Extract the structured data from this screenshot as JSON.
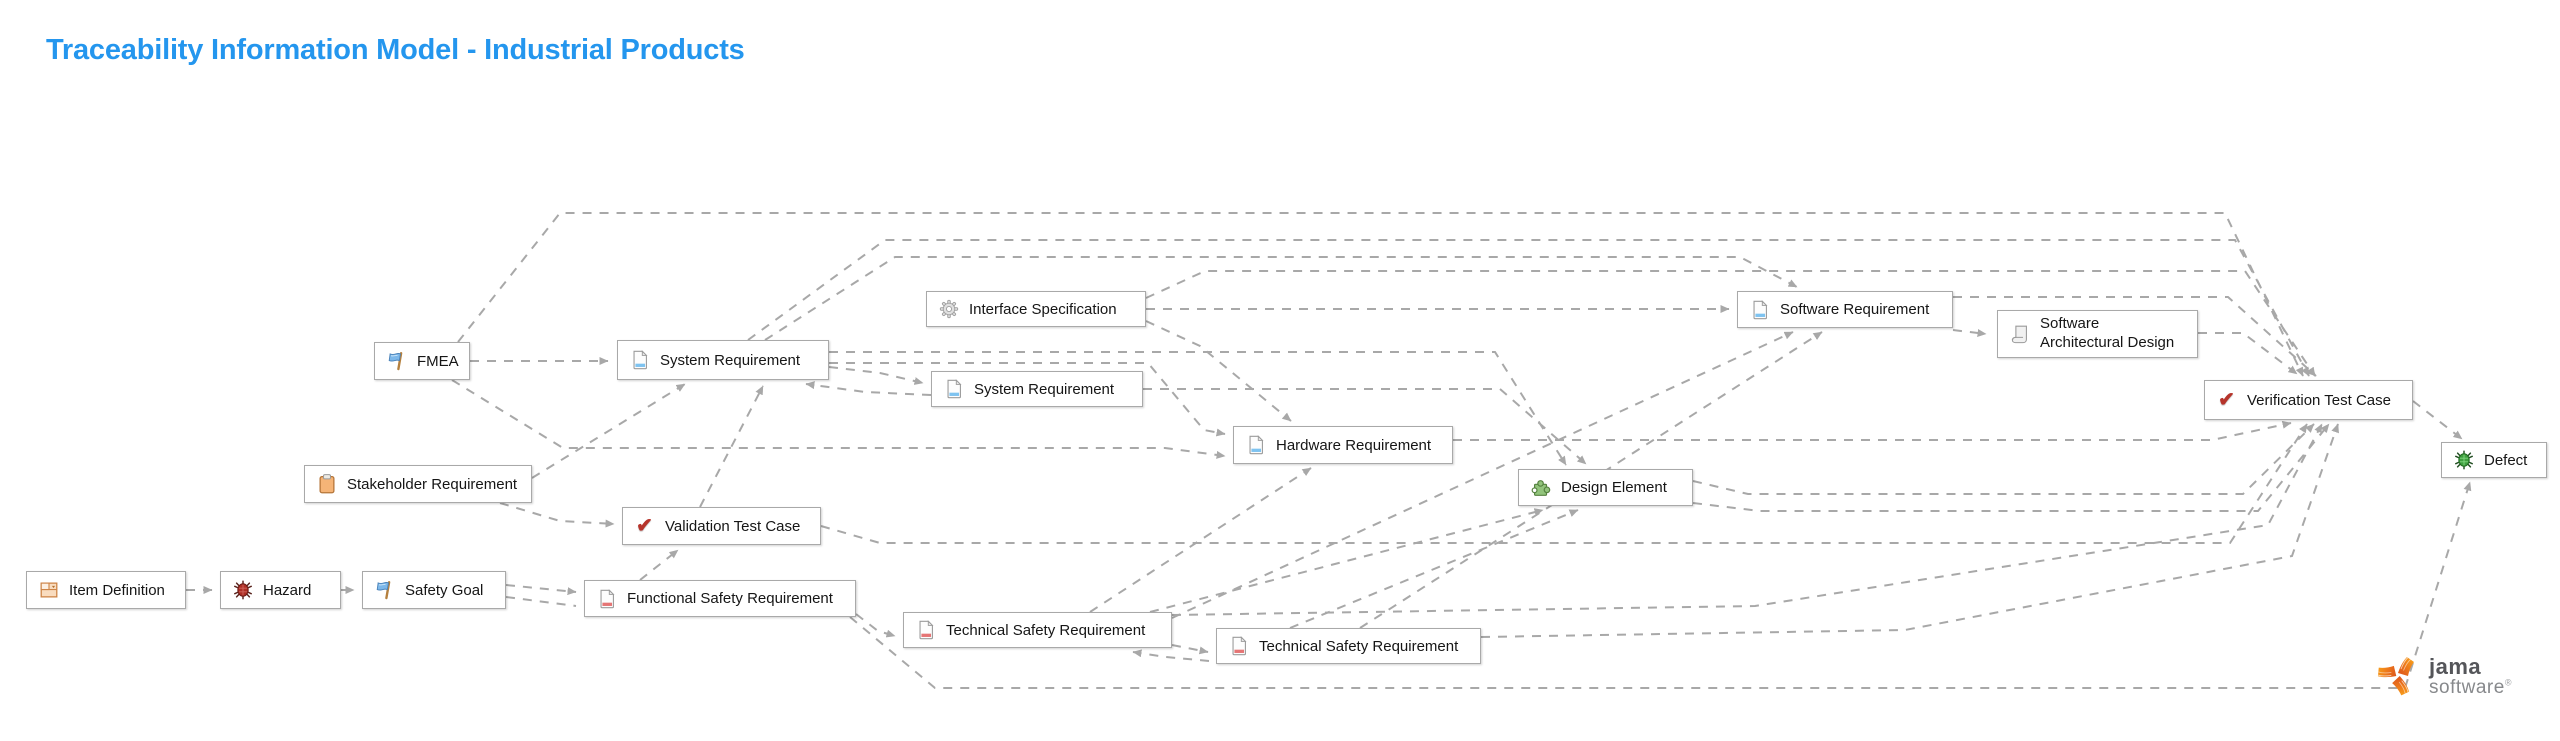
{
  "title": "Traceability Information Model - Industrial Products",
  "colors": {
    "title_accent": "#2496ee",
    "edge_gray": "#a8a8a8",
    "node_border": "#a9a9a9",
    "doc_blue_bar": "#7ec3f0",
    "doc_red_bar": "#e57575",
    "puzzle_green": "#92c47c",
    "check_red": "#b6342b",
    "hazard_bug_red": "#ae2e24",
    "defect_bug_green": "#3f9f3f",
    "clipboard_orange": "#f5b477",
    "item_def_orange": "#cd8447",
    "logo_orange_light": "#f9a81b",
    "logo_orange_dark": "#d94f1e"
  },
  "nodes": [
    {
      "id": "item-definition",
      "label": "Item Definition",
      "icon": "item-definition-icon"
    },
    {
      "id": "hazard",
      "label": "Hazard",
      "icon": "bug-red-icon"
    },
    {
      "id": "safety-goal",
      "label": "Safety Goal",
      "icon": "flag-icon"
    },
    {
      "id": "fmea",
      "label": "FMEA",
      "icon": "flag-icon"
    },
    {
      "id": "stakeholder-requirement",
      "label": "Stakeholder Requirement",
      "icon": "clipboard-icon"
    },
    {
      "id": "system-requirement",
      "label": "System Requirement",
      "icon": "document-blue-icon"
    },
    {
      "id": "validation-test-case",
      "label": "Validation Test Case",
      "icon": "checkmark-icon"
    },
    {
      "id": "functional-safety-requirement",
      "label": "Functional Safety Requirement",
      "icon": "document-red-icon"
    },
    {
      "id": "interface-specification",
      "label": "Interface Specification",
      "icon": "gear-icon"
    },
    {
      "id": "system-requirement-2",
      "label": "System Requirement",
      "icon": "document-blue-icon"
    },
    {
      "id": "technical-safety-requirement-1",
      "label": "Technical Safety Requirement",
      "icon": "document-red-icon"
    },
    {
      "id": "technical-safety-requirement-2",
      "label": "Technical Safety Requirement",
      "icon": "document-red-icon"
    },
    {
      "id": "hardware-requirement",
      "label": "Hardware Requirement",
      "icon": "document-blue-icon"
    },
    {
      "id": "design-element",
      "label": "Design Element",
      "icon": "puzzle-icon"
    },
    {
      "id": "software-requirement",
      "label": "Software Requirement",
      "icon": "document-blue-icon"
    },
    {
      "id": "software-architectural-design",
      "label": "Software",
      "label2": "Architectural Design",
      "icon": "scroll-icon"
    },
    {
      "id": "verification-test-case",
      "label": "Verification Test Case",
      "icon": "checkmark-icon"
    },
    {
      "id": "defect",
      "label": "Defect",
      "icon": "bug-green-icon"
    }
  ],
  "edges": [
    {
      "from": "item-definition",
      "to": "hazard"
    },
    {
      "from": "hazard",
      "to": "safety-goal"
    },
    {
      "from": "safety-goal",
      "to": "functional-safety-requirement"
    },
    {
      "from": "safety-goal",
      "to": "functional-safety-requirement"
    },
    {
      "from": "fmea",
      "to": "system-requirement"
    },
    {
      "from": "fmea",
      "to": "verification-test-case"
    },
    {
      "from": "fmea",
      "to": "hardware-requirement"
    },
    {
      "from": "stakeholder-requirement",
      "to": "system-requirement"
    },
    {
      "from": "stakeholder-requirement",
      "to": "validation-test-case"
    },
    {
      "from": "system-requirement",
      "to": "system-requirement-2"
    },
    {
      "from": "system-requirement-2",
      "to": "system-requirement"
    },
    {
      "from": "system-requirement",
      "to": "verification-test-case"
    },
    {
      "from": "system-requirement",
      "to": "software-requirement"
    },
    {
      "from": "system-requirement",
      "to": "design-element"
    },
    {
      "from": "system-requirement",
      "to": "hardware-requirement"
    },
    {
      "from": "interface-specification",
      "to": "verification-test-case"
    },
    {
      "from": "interface-specification",
      "to": "software-requirement"
    },
    {
      "from": "interface-specification",
      "to": "hardware-requirement"
    },
    {
      "from": "system-requirement-2",
      "to": "design-element"
    },
    {
      "from": "validation-test-case",
      "to": "system-requirement"
    },
    {
      "from": "validation-test-case",
      "to": "verification-test-case"
    },
    {
      "from": "functional-safety-requirement",
      "to": "validation-test-case"
    },
    {
      "from": "functional-safety-requirement",
      "to": "technical-safety-requirement-1"
    },
    {
      "from": "technical-safety-requirement-1",
      "to": "technical-safety-requirement-2"
    },
    {
      "from": "technical-safety-requirement-2",
      "to": "technical-safety-requirement-1"
    },
    {
      "from": "functional-safety-requirement",
      "to": "defect"
    },
    {
      "from": "technical-safety-requirement-1",
      "to": "hardware-requirement"
    },
    {
      "from": "technical-safety-requirement-1",
      "to": "design-element"
    },
    {
      "from": "technical-safety-requirement-2",
      "to": "design-element"
    },
    {
      "from": "technical-safety-requirement-1",
      "to": "software-requirement"
    },
    {
      "from": "technical-safety-requirement-2",
      "to": "software-requirement"
    },
    {
      "from": "technical-safety-requirement-1",
      "to": "verification-test-case"
    },
    {
      "from": "technical-safety-requirement-2",
      "to": "verification-test-case"
    },
    {
      "from": "hardware-requirement",
      "to": "verification-test-case"
    },
    {
      "from": "design-element",
      "to": "verification-test-case"
    },
    {
      "from": "design-element",
      "to": "verification-test-case"
    },
    {
      "from": "software-requirement",
      "to": "software-architectural-design"
    },
    {
      "from": "software-requirement",
      "to": "verification-test-case"
    },
    {
      "from": "software-architectural-design",
      "to": "verification-test-case"
    },
    {
      "from": "verification-test-case",
      "to": "defect"
    }
  ],
  "branding": {
    "logo_primary": "jama",
    "logo_secondary": "software",
    "registered_mark": "®"
  }
}
